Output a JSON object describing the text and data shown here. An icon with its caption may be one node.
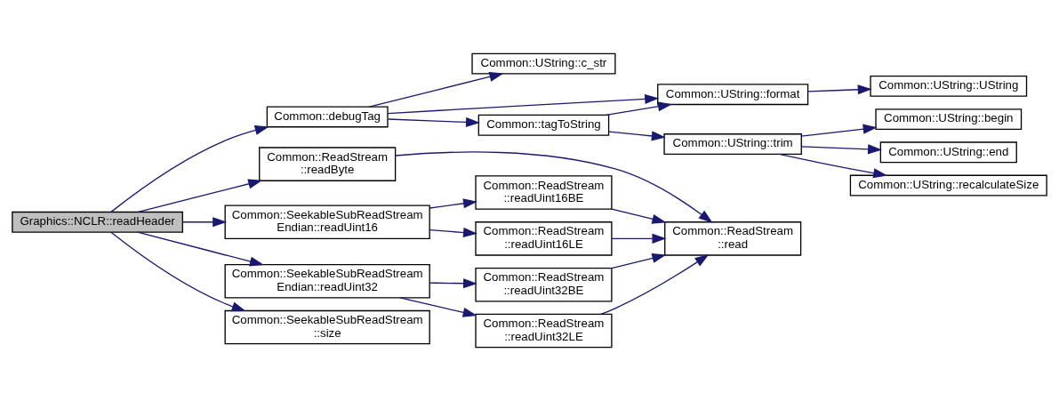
{
  "diagram": {
    "nodes": [
      {
        "text": [
          "Graphics::NCLR::readHeader"
        ]
      },
      {
        "text": [
          "Common::debugTag"
        ]
      },
      {
        "text": [
          "Common::ReadStream ::readByte"
        ]
      },
      {
        "text": [
          "Common::SeekableSubReadStream Endian::readUint16"
        ]
      },
      {
        "text": [
          "Common::SeekableSubReadStream Endian::readUint32"
        ]
      },
      {
        "text": [
          "Common::SeekableSubReadStream ::size"
        ]
      },
      {
        "text": [
          "Common::UString::c_str"
        ]
      },
      {
        "text": [
          "Common::UString::format"
        ]
      },
      {
        "text": [
          "Common::tagToString"
        ]
      },
      {
        "text": [
          "Common::ReadStream ::readUint16BE"
        ]
      },
      {
        "text": [
          "Common::ReadStream ::readUint16LE"
        ]
      },
      {
        "text": [
          "Common::ReadStream ::readUint32BE"
        ]
      },
      {
        "text": [
          "Common::ReadStream ::readUint32LE"
        ]
      },
      {
        "text": [
          "Common::UString::UString"
        ]
      },
      {
        "text": [
          "Common::UString::trim"
        ]
      },
      {
        "text": [
          "Common::ReadStream ::read"
        ]
      },
      {
        "text": [
          "Common::UString::begin"
        ]
      },
      {
        "text": [
          "Common::UString::end"
        ]
      },
      {
        "text": [
          "Common::UString::recalculateSize"
        ]
      }
    ],
    "edges": [
      {
        "from": 0,
        "to": 1,
        "arrow": "to"
      },
      {
        "from": 0,
        "to": 2,
        "arrow": "to"
      },
      {
        "from": 0,
        "to": 3,
        "arrow": "to"
      },
      {
        "from": 0,
        "to": 4,
        "arrow": "to"
      },
      {
        "from": 0,
        "to": 5,
        "arrow": "to"
      },
      {
        "from": 1,
        "to": 6,
        "arrow": "to"
      },
      {
        "from": 1,
        "to": 7,
        "arrow": "to"
      },
      {
        "from": 1,
        "to": 8,
        "arrow": "to"
      },
      {
        "from": 8,
        "to": 7,
        "arrow": "to"
      },
      {
        "from": 8,
        "to": 14,
        "arrow": "to"
      },
      {
        "from": 7,
        "to": 13,
        "arrow": "to"
      },
      {
        "from": 14,
        "to": 16,
        "arrow": "to"
      },
      {
        "from": 14,
        "to": 17,
        "arrow": "to"
      },
      {
        "from": 14,
        "to": 18,
        "arrow": "to"
      },
      {
        "from": 2,
        "to": 15,
        "arrow": "to"
      },
      {
        "from": 3,
        "to": 9,
        "arrow": "to"
      },
      {
        "from": 3,
        "to": 10,
        "arrow": "to"
      },
      {
        "from": 4,
        "to": 11,
        "arrow": "to"
      },
      {
        "from": 4,
        "to": 12,
        "arrow": "to"
      },
      {
        "from": 9,
        "to": 15,
        "arrow": "to"
      },
      {
        "from": 10,
        "to": 15,
        "arrow": "to"
      },
      {
        "from": 11,
        "to": 15,
        "arrow": "to"
      },
      {
        "from": 12,
        "to": 15,
        "arrow": "to"
      }
    ]
  }
}
